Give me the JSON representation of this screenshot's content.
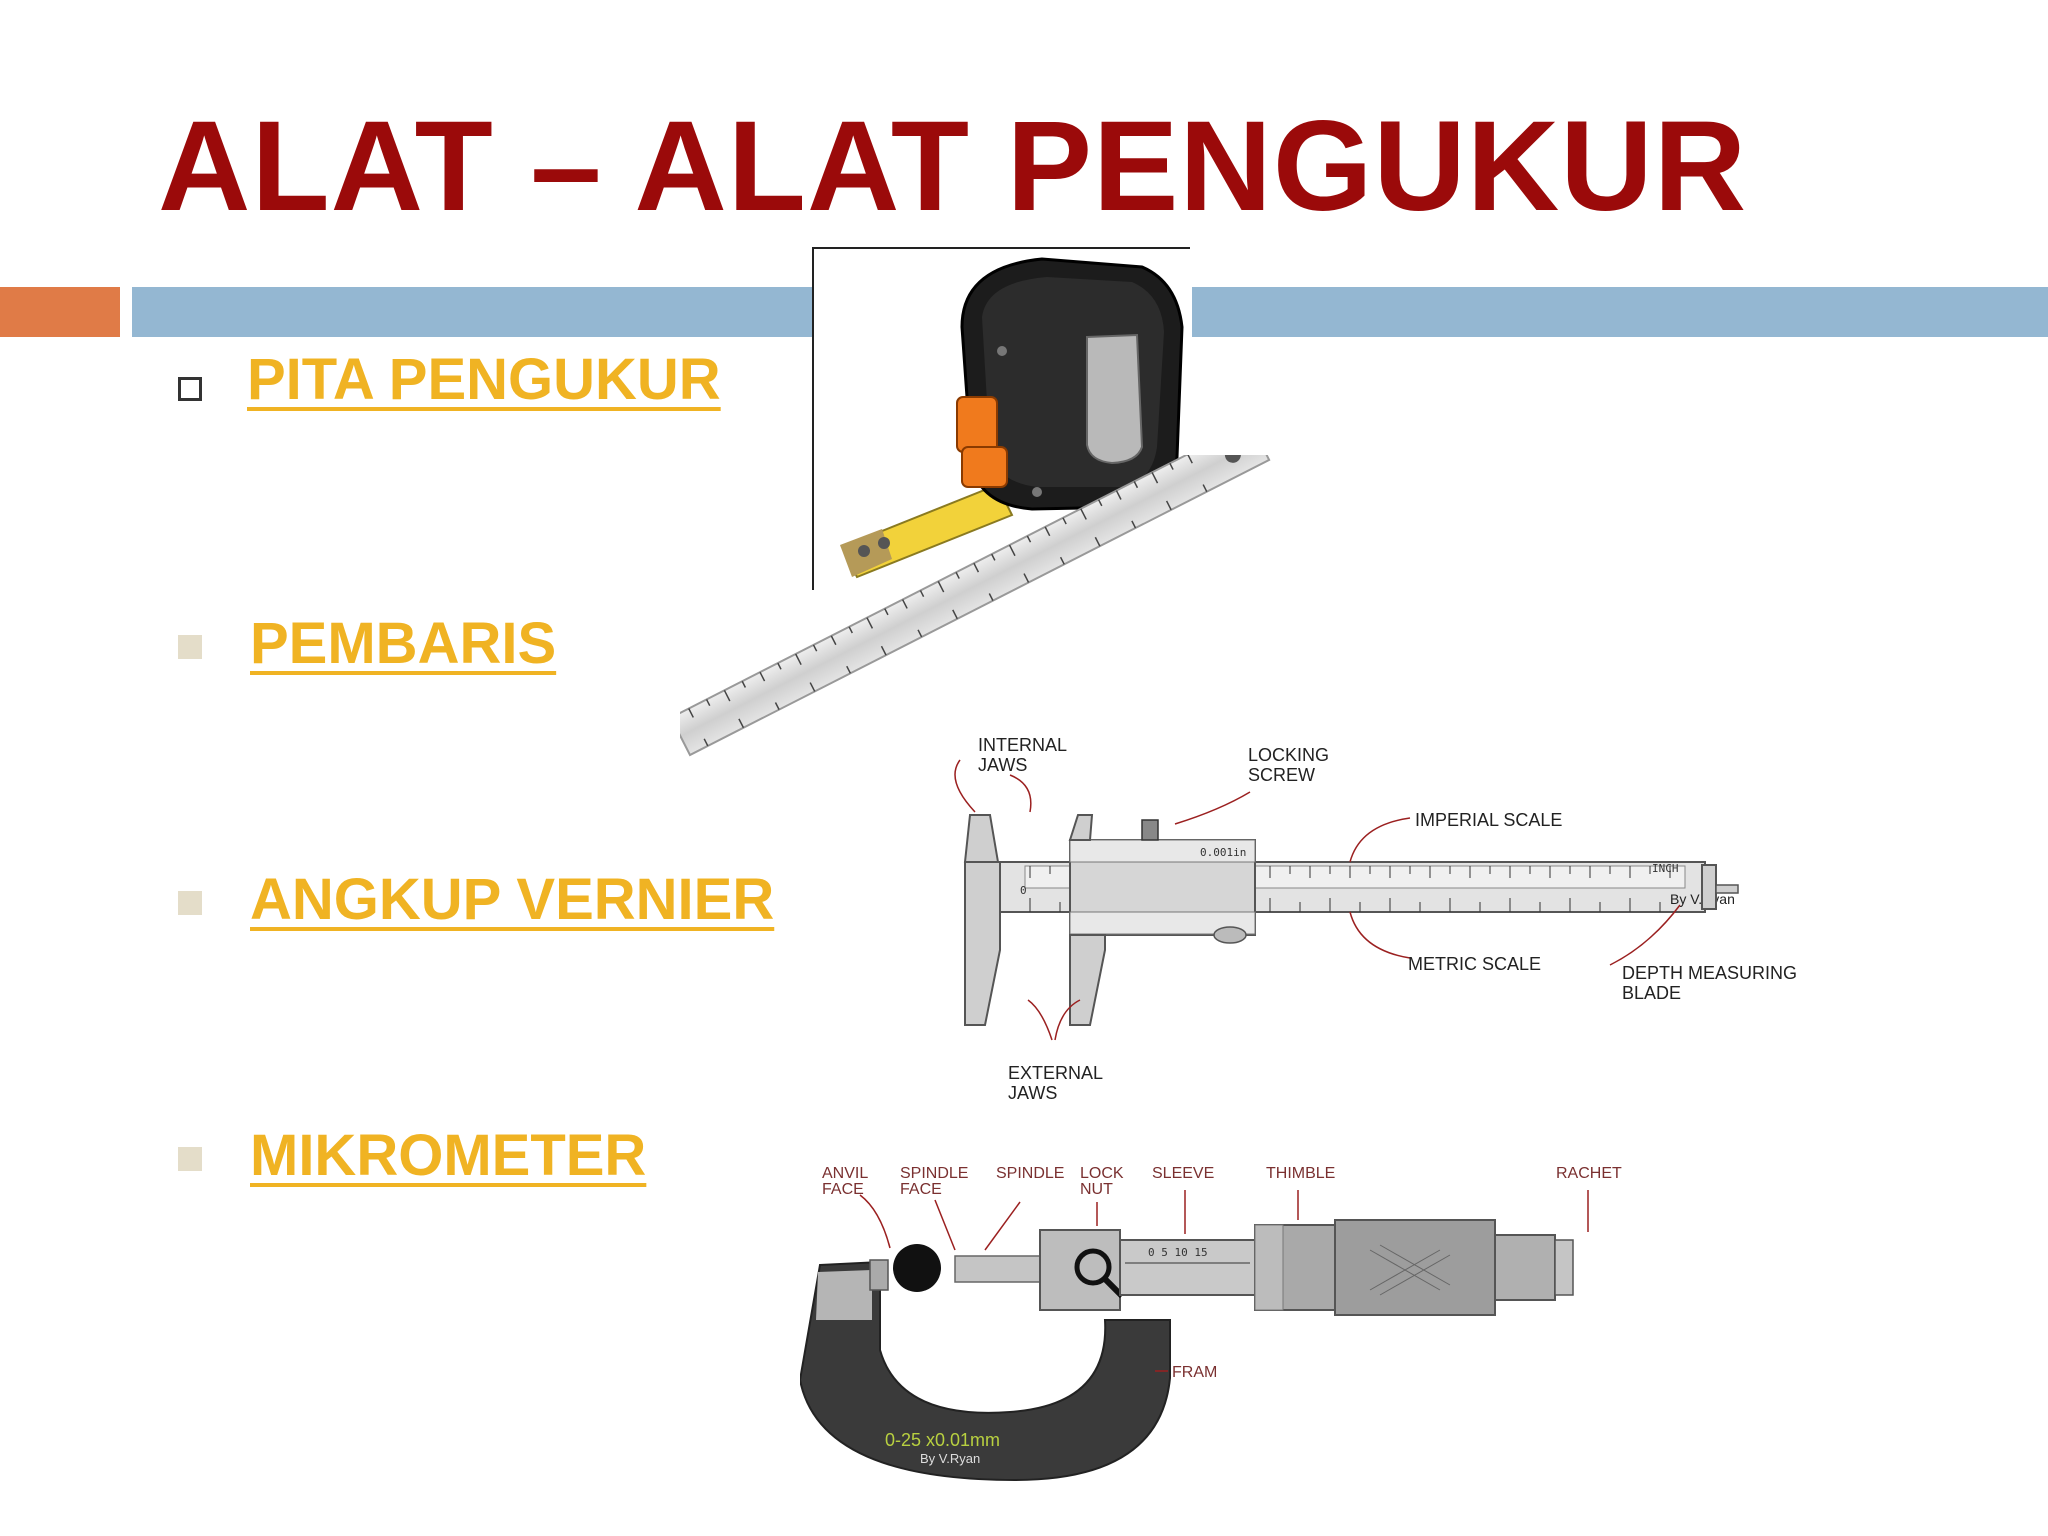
{
  "title": "ALAT – ALAT PENGUKUR",
  "bullets": [
    {
      "label": "PITA PENGUKUR",
      "marker": "hollow-square-icon"
    },
    {
      "label": "PEMBARIS",
      "marker": "filled-square-icon"
    },
    {
      "label": "ANGKUP VERNIER",
      "marker": "filled-square-icon"
    },
    {
      "label": "MIKROMETER",
      "marker": "filled-square-icon"
    }
  ],
  "colors": {
    "title": "#9b0a0a",
    "link": "#f0b323",
    "accent_orange": "#e07b47",
    "accent_blue": "#94b7d2"
  },
  "vernier": {
    "labels": {
      "internal_jaws_1": "INTERNAL",
      "internal_jaws_2": "JAWS",
      "locking_screw_1": "LOCKING",
      "locking_screw_2": "SCREW",
      "imperial_scale": "IMPERIAL SCALE",
      "metric_scale": "METRIC SCALE",
      "depth_blade_1": "DEPTH MEASURING",
      "depth_blade_2": "BLADE",
      "external_jaws_1": "EXTERNAL",
      "external_jaws_2": "JAWS"
    },
    "unit_inch": "INCH",
    "credit": "By V.Ryan",
    "vernier_value": "0.001in"
  },
  "micrometer": {
    "labels": {
      "anvil_face_1": "ANVIL",
      "anvil_face_2": "FACE",
      "spindle_face_1": "SPINDLE",
      "spindle_face_2": "FACE",
      "spindle": "SPINDLE",
      "lock_nut_1": "LOCK",
      "lock_nut_2": "NUT",
      "sleeve": "SLEEVE",
      "thimble": "THIMBLE",
      "rachet": "RACHET",
      "frame": "FRAM"
    },
    "range": "0-25 x0.01mm",
    "credit": "By V.Ryan"
  }
}
